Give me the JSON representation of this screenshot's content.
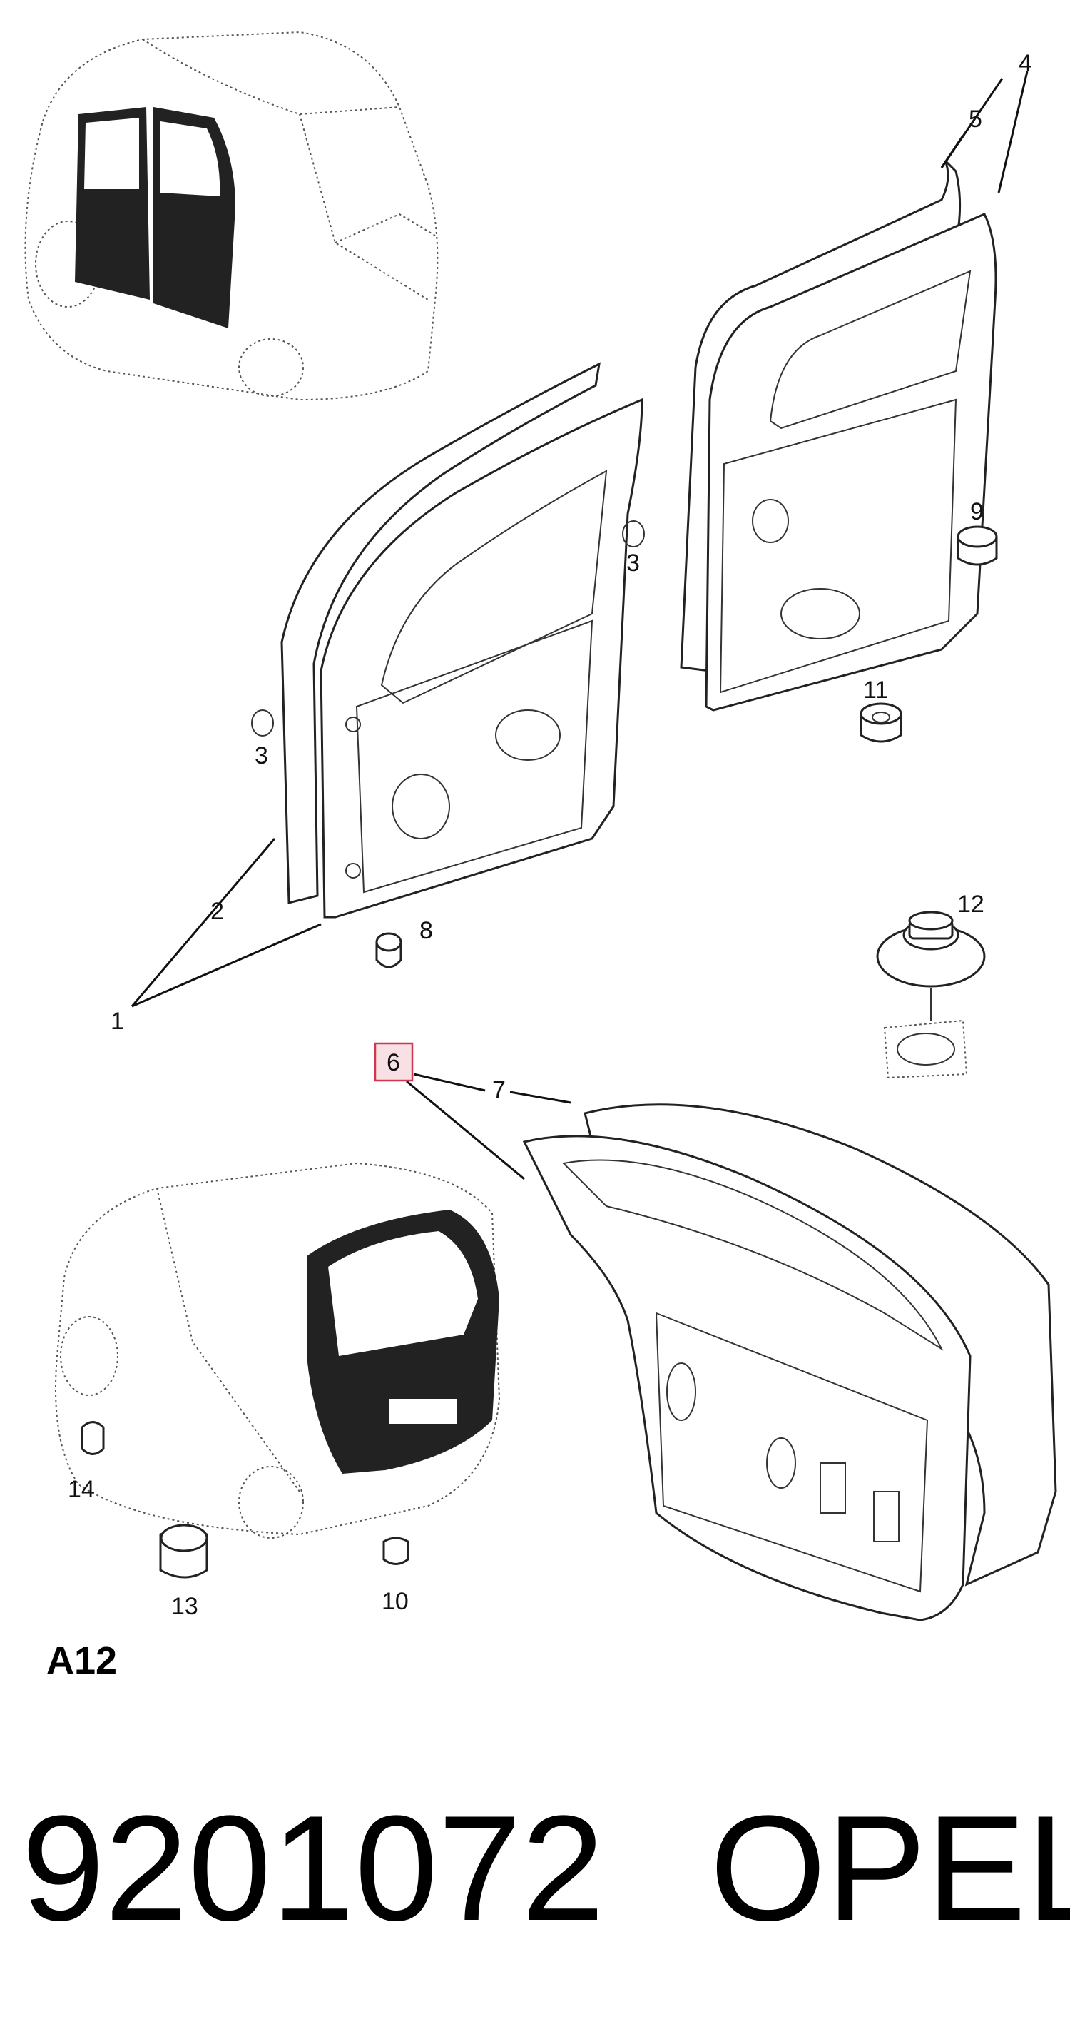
{
  "callouts": {
    "c1": "1",
    "c2": "2",
    "c3a": "3",
    "c3b": "3",
    "c4": "4",
    "c5": "5",
    "c6": "6",
    "c7": "7",
    "c8": "8",
    "c9": "9",
    "c10": "10",
    "c11": "11",
    "c12": "12",
    "c13": "13",
    "c14": "14"
  },
  "highlighted_callout": "6",
  "section_code": "A12",
  "part_number": "9201072",
  "brand": "OPEL",
  "colors": {
    "highlight_fill": "#f8e0e4",
    "highlight_border": "#d0364e",
    "line": "#111111"
  }
}
